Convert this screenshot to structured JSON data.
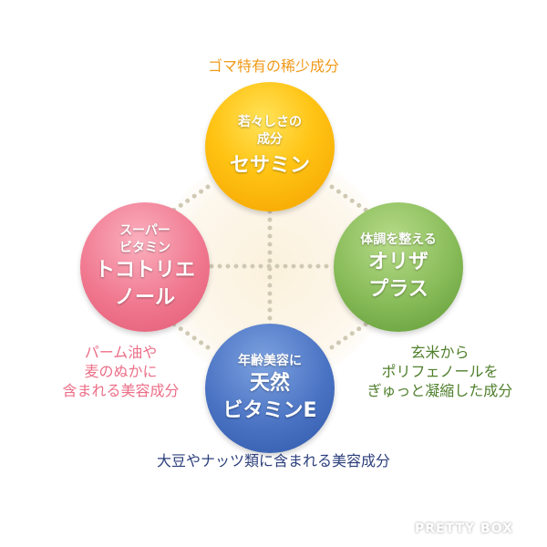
{
  "top_caption": "ゴマ特有の稀少成分",
  "circles": {
    "top": {
      "sub": [
        "若々しさの",
        "成分"
      ],
      "main": [
        "セサミン"
      ]
    },
    "left": {
      "sub": [
        "スーパー",
        "ビタミン"
      ],
      "main": [
        "トコトリエ",
        "ノール"
      ]
    },
    "right": {
      "sub": [
        "体調を整える"
      ],
      "main": [
        "オリザ",
        "プラス"
      ]
    },
    "bottom": {
      "sub": [
        "年齢美容に"
      ],
      "main": [
        "天然",
        "ビタミンE"
      ]
    }
  },
  "left_caption": [
    "パーム油や",
    "麦のぬかに",
    "含まれる美容成分"
  ],
  "right_caption": [
    "玄米から",
    "ポリフェノールを",
    "ぎゅっと凝縮した成分"
  ],
  "bottom_caption": "大豆やナッツ類に含まれる美容成分",
  "watermark": "PRETTY BOX",
  "colors": {
    "orange": "#f09a1a",
    "pink": "#ec6f88",
    "green": "#4f7f2c",
    "navy": "#2c3f7c"
  }
}
